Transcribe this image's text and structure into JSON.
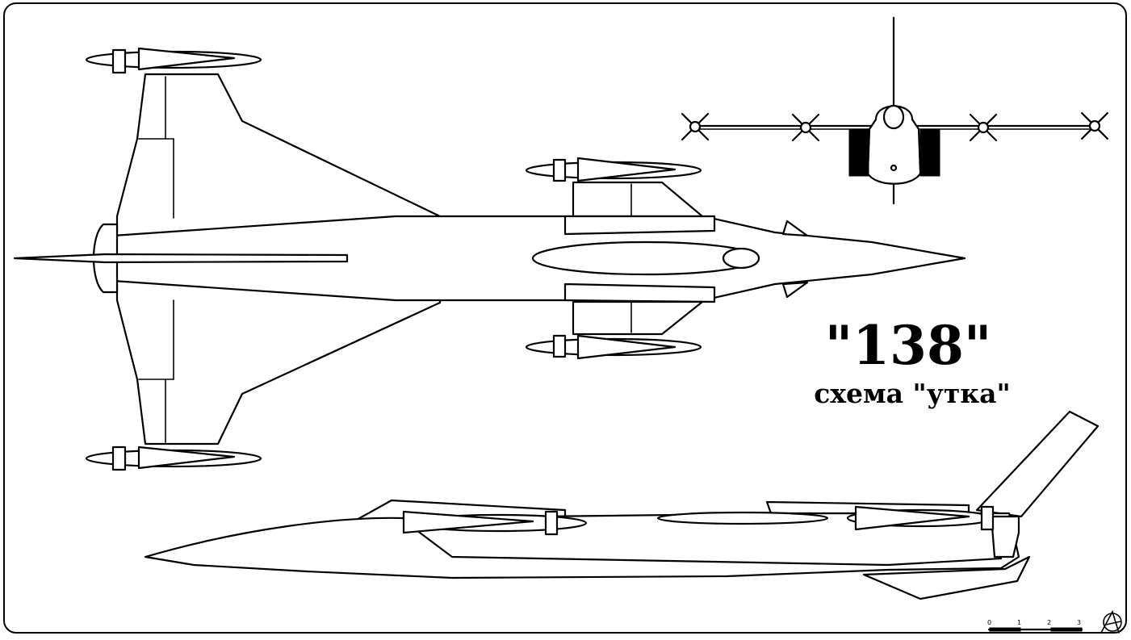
{
  "title": "\"138\"",
  "subtitle": "схема \"утка\"",
  "scale_ticks": [
    "0",
    "1",
    "2",
    "3"
  ],
  "colors": {
    "line": "#000000",
    "background": "#ffffff"
  }
}
